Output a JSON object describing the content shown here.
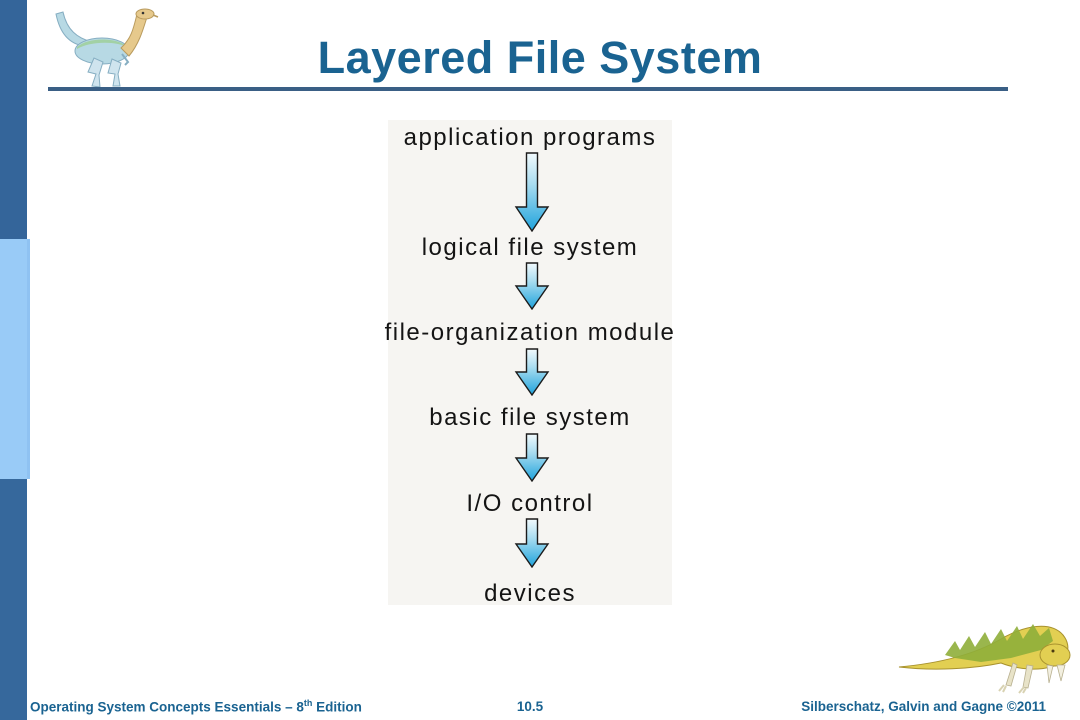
{
  "slide": {
    "title": "Layered File System"
  },
  "diagram": {
    "layers": [
      "application programs",
      "logical file system",
      "file-organization module",
      "basic file system",
      "I/O control",
      "devices"
    ]
  },
  "footer": {
    "book": "Operating System Concepts Essentials – 8",
    "book_sup": "th",
    "book_post": " Edition",
    "page": "10.5",
    "authors": "Silberschatz, Galvin and Gagne ©2011"
  },
  "colors": {
    "title_text": "#1A6391",
    "title_rule": "#3A5F85",
    "sidebar_top": "#34659A",
    "sidebar_middle": "#99CBF7",
    "sidebar_bottom": "#36689C",
    "diagram_text": "#141414",
    "diagram_background": "#F6F5F2",
    "arrow_gradient_top": "#F2FAFD",
    "arrow_gradient_bottom": "#1FA3DC"
  }
}
